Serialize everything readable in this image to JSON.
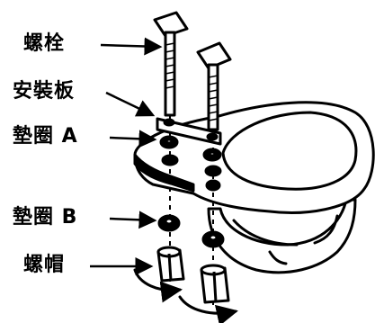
{
  "labels": {
    "bolt": "螺栓",
    "mounting_plate": "安裝板",
    "washer_a": "墊圈 A",
    "washer_b": "墊圈 B",
    "nut": "螺帽"
  },
  "colors": {
    "ink": "#000000",
    "paper": "#ffffff"
  }
}
